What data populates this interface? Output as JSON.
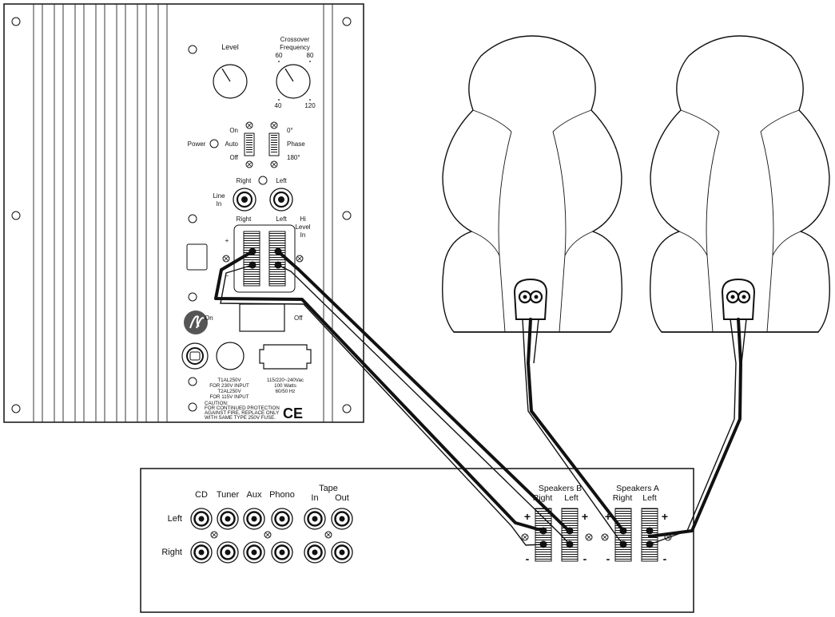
{
  "subwoofer_panel": {
    "level_label": "Level",
    "crossover": {
      "title_line1": "Crossover",
      "title_line2": "Frequency",
      "ticks": [
        "60",
        "80",
        "40",
        "120"
      ]
    },
    "power": {
      "label": "Power",
      "on": "On",
      "auto": "Auto",
      "off": "Off"
    },
    "phase": {
      "label": "Phase",
      "top": "0°",
      "bottom": "180°"
    },
    "line_in": {
      "label_line1": "Line",
      "label_line2": "In",
      "right": "Right",
      "left": "Left"
    },
    "hi_level_in": {
      "right": "Right",
      "left": "Left",
      "label_line1": "Hi",
      "label_line2": "Level",
      "label_line3": "In",
      "plus": "+",
      "minus": "–"
    },
    "mains_switch": {
      "on": "On",
      "off": "Off"
    },
    "fuse_info": [
      "T1AL250V",
      "FOR 230V INPUT",
      "T2AL250V",
      "FOR 115V INPUT"
    ],
    "voltage_info": [
      "115/220~240Vac",
      "100 Watts",
      "60/50 Hz"
    ],
    "caution": [
      "CAUTION:",
      "FOR CONTINUED PROTECTION",
      "AGAINST FIRE, REPLACE ONLY",
      "WITH SAME TYPE 250V FUSE."
    ],
    "ce_mark": "CE"
  },
  "receiver": {
    "inputs": [
      "CD",
      "Tuner",
      "Aux",
      "Phono"
    ],
    "tape": {
      "label": "Tape",
      "in": "In",
      "out": "Out"
    },
    "rows": [
      "Left",
      "Right"
    ],
    "speakers_b": {
      "title": "Speakers B",
      "right": "Right",
      "left": "Left"
    },
    "speakers_a": {
      "title": "Speakers A",
      "right": "Right",
      "left": "Left"
    },
    "plus": "+",
    "minus": "-"
  }
}
